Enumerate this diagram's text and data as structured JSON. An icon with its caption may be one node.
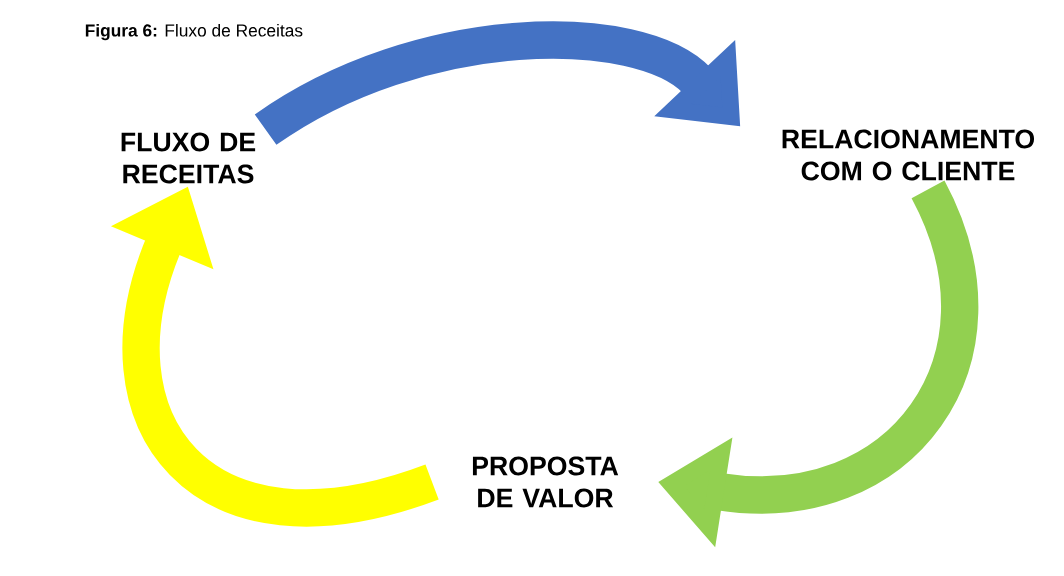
{
  "diagram": {
    "title": "**Figura 6:** Fluxo de Receitas",
    "nodes": [
      {
        "text": [
          "FLUXO DE RECEITAS"
        ]
      },
      {
        "text": [
          "RELACIONAMENTO COM O CLIENTE"
        ]
      },
      {
        "text": [
          "PROPOSTA DE VALOR"
        ]
      }
    ],
    "edges": [
      {
        "from": 0,
        "to": 1,
        "arrow": "to",
        "color": "#4472c4"
      },
      {
        "from": 1,
        "to": 2,
        "arrow": "to",
        "color": "#92d050"
      },
      {
        "from": 2,
        "to": 0,
        "arrow": "to",
        "color": "#ffff00"
      }
    ]
  }
}
